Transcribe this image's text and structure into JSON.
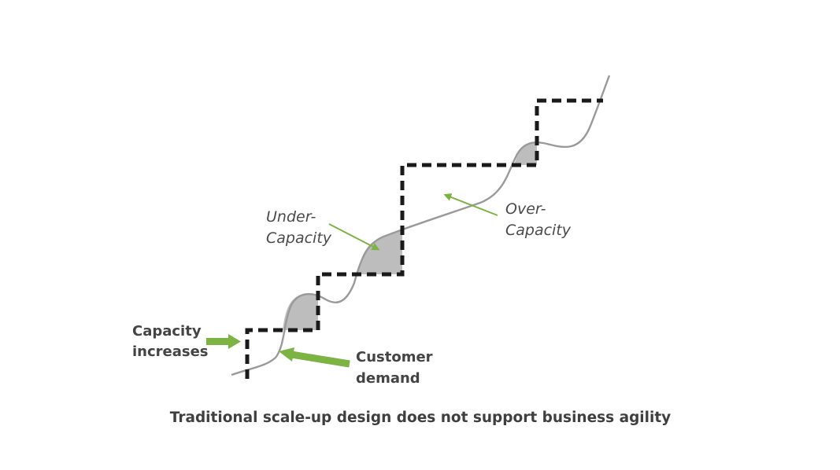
{
  "diagram": {
    "title": "Traditional scale-up design does not support business agility",
    "labels": {
      "under_capacity": [
        "Under-",
        "Capacity"
      ],
      "over_capacity": [
        "Over-",
        "Capacity"
      ],
      "capacity_increases": [
        "Capacity",
        "increases"
      ],
      "customer_demand": [
        "Customer",
        "demand"
      ]
    },
    "series": [
      {
        "name": "Capacity",
        "style": "dashed-step",
        "color": "#1a1a1a"
      },
      {
        "name": "Customer demand",
        "style": "solid-curve",
        "color": "#9a9a9a"
      }
    ],
    "colors": {
      "accent_green": "#7cb342",
      "under_capacity_fill": "#bdbdbd",
      "text": "#444444"
    }
  }
}
